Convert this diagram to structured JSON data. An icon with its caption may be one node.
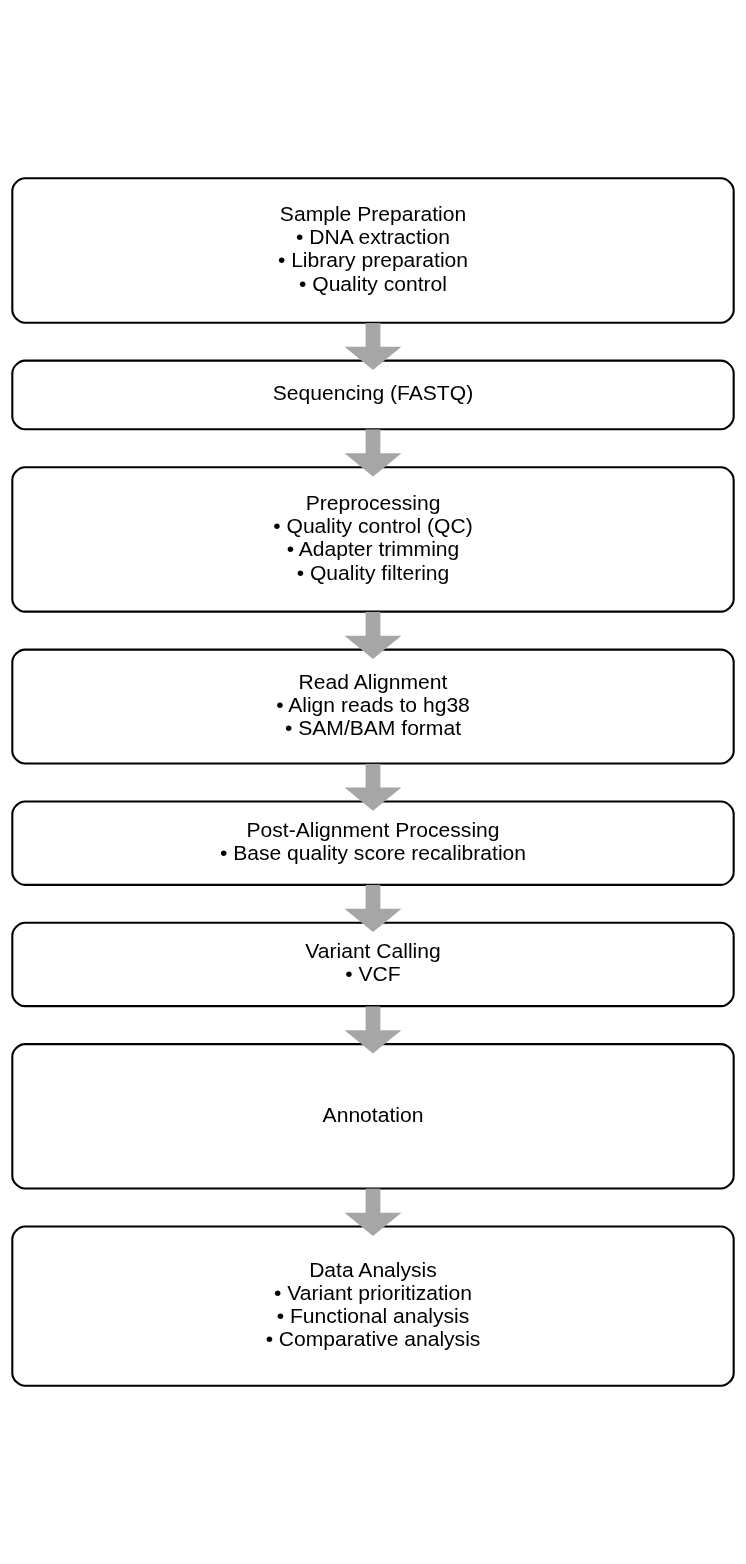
{
  "diagram": {
    "nodes": [
      {
        "text": [
          "Sample Preparation",
          "• DNA extraction",
          "• Library preparation",
          "• Quality control"
        ]
      },
      {
        "text": [
          "Sequencing (FASTQ)"
        ]
      },
      {
        "text": [
          "Preprocessing",
          "• Quality control (QC)",
          "• Adapter trimming",
          "• Quality filtering"
        ]
      },
      {
        "text": [
          "Read Alignment",
          "• Align reads to hg38",
          "• SAM/BAM format"
        ]
      },
      {
        "text": [
          "Post-Alignment Processing",
          "• Base quality score recalibration"
        ]
      },
      {
        "text": [
          "Variant Calling",
          "• VCF"
        ]
      },
      {
        "text": [
          "Annotation"
        ]
      },
      {
        "text": [
          "Data Analysis",
          "• Variant prioritization",
          "• Functional analysis",
          "• Comparative analysis"
        ]
      }
    ],
    "edges": [
      {
        "from": 0,
        "to": 1,
        "arrow": "to"
      },
      {
        "from": 1,
        "to": 2,
        "arrow": "to"
      },
      {
        "from": 2,
        "to": 3,
        "arrow": "to"
      },
      {
        "from": 3,
        "to": 4,
        "arrow": "to"
      },
      {
        "from": 4,
        "to": 5,
        "arrow": "to"
      },
      {
        "from": 5,
        "to": 6,
        "arrow": "to"
      },
      {
        "from": 6,
        "to": 7,
        "arrow": "to"
      }
    ]
  }
}
